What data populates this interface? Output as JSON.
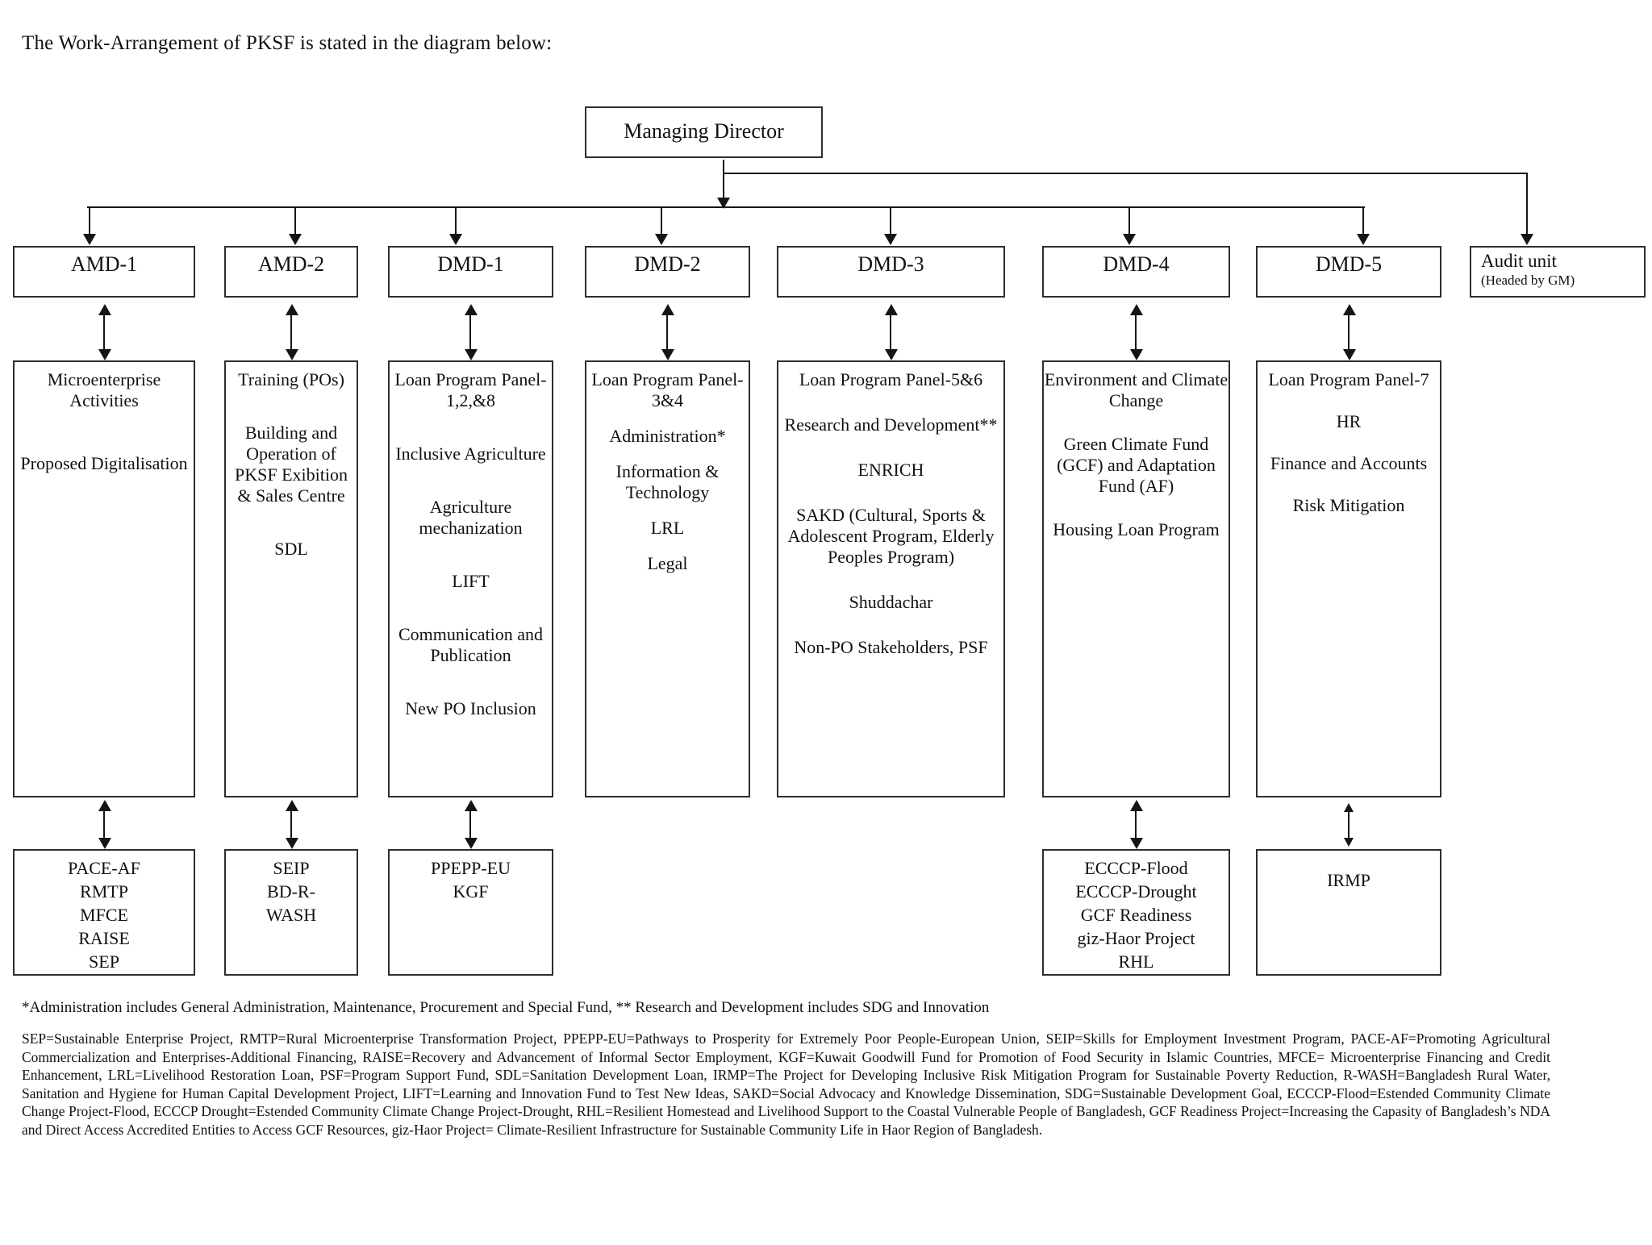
{
  "title": "The Work-Arrangement of PKSF is stated in the diagram below:",
  "top_box": {
    "label": "Managing Director"
  },
  "columns": [
    {
      "header": "AMD-1",
      "content": [
        "Microenterprise Activities",
        "Proposed Digitalisation"
      ],
      "bottom": [
        "PACE-AF",
        "RMTP",
        "MFCE",
        "RAISE",
        "SEP"
      ]
    },
    {
      "header": "AMD-2",
      "content": [
        "Training (POs)",
        "Building and Operation of PKSF Exibition & Sales Centre",
        "SDL"
      ],
      "bottom": [
        "SEIP",
        "BD-R-",
        "WASH"
      ]
    },
    {
      "header": "DMD-1",
      "content": [
        "Loan Program Panel-1,2,&8",
        "Inclusive Agriculture",
        "Agriculture mechanization",
        "LIFT",
        "Communication and Publication",
        "New PO Inclusion"
      ],
      "bottom": [
        "PPEPP-EU",
        "KGF"
      ]
    },
    {
      "header": "DMD-2",
      "content": [
        "Loan Program Panel-3&4",
        "Administration*",
        "Information & Technology",
        "LRL",
        "Legal"
      ],
      "bottom": []
    },
    {
      "header": "DMD-3",
      "content": [
        "Loan Program Panel-5&6",
        "Research and Development**",
        "ENRICH",
        "SAKD (Cultural, Sports & Adolescent Program, Elderly Peoples Program)",
        "Shuddachar",
        "Non-PO Stakeholders, PSF"
      ],
      "bottom": []
    },
    {
      "header": "DMD-4",
      "content": [
        "Environment and Climate Change",
        "Green Climate Fund (GCF) and Adaptation Fund (AF)",
        "Housing Loan Program"
      ],
      "bottom": [
        "ECCCP-Flood",
        "ECCCP-Drought",
        "GCF Readiness",
        "giz-Haor Project",
        "RHL"
      ]
    },
    {
      "header": "DMD-5",
      "content": [
        "Loan Program Panel-7",
        "HR",
        "Finance and Accounts",
        "Risk Mitigation"
      ],
      "bottom": [
        "IRMP"
      ]
    },
    {
      "header": "Audit unit",
      "subheader": "(Headed by GM)",
      "content": [],
      "bottom": []
    }
  ],
  "footnotes": {
    "note": "*Administration includes General Administration, Maintenance, Procurement and Special Fund, ** Research and Development includes SDG and Innovation",
    "legend": "SEP=Sustainable Enterprise Project, RMTP=Rural Microenterprise Transformation Project, PPEPP-EU=Pathways to Prosperity for Extremely Poor People-European Union, SEIP=Skills for Employment Investment Program, PACE-AF=Promoting Agricultural Commercialization and Enterprises-Additional Financing, RAISE=Recovery and Advancement of Informal Sector Employment, KGF=Kuwait Goodwill Fund for Promotion of Food Security in Islamic Countries, MFCE= Microenterprise Financing and Credit Enhancement, LRL=Livelihood Restoration Loan, PSF=Program Support Fund, SDL=Sanitation Development Loan, IRMP=The Project for Developing Inclusive Risk Mitigation Program for Sustainable Poverty Reduction, R-WASH=Bangladesh Rural Water, Sanitation and Hygiene for Human Capital Development Project, LIFT=Learning and Innovation Fund to Test New Ideas, SAKD=Social Advocacy and Knowledge Dissemination, SDG=Sustainable Development Goal, ECCCP-Flood=Estended Community Climate Change Project-Flood, ECCCP Drought=Estended Community Climate Change Project-Drought, RHL=Resilient Homestead and Livelihood Support to the Coastal Vulnerable People of Bangladesh, GCF Readiness Project=Increasing the Capasity of Bangladesh’s NDA and Direct Access Accredited Entities to Access GCF Resources, giz-Haor Project= Climate-Resilient Infrastructure for Sustainable Community Life in Haor Region of Bangladesh."
  }
}
